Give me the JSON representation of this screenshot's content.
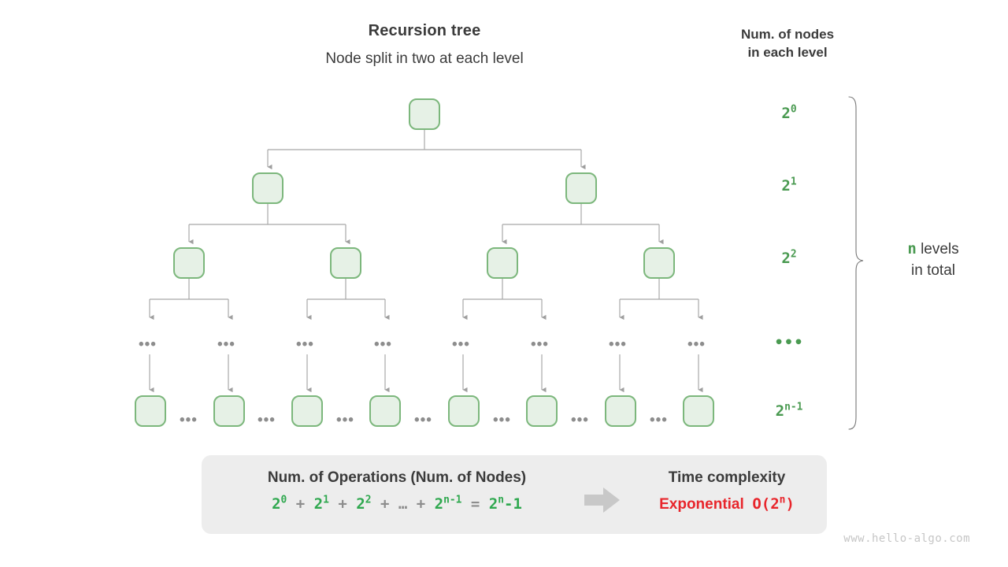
{
  "titles": {
    "tree_title": "Recursion tree",
    "tree_subtitle": "Node split in two at each level",
    "count_title_line1": "Num. of nodes",
    "count_title_line2": "in each level"
  },
  "levels": [
    {
      "id": "level-0",
      "label_base": "2",
      "label_exp": "0",
      "is_dots": false,
      "node_count": 1
    },
    {
      "id": "level-1",
      "label_base": "2",
      "label_exp": "1",
      "is_dots": false,
      "node_count": 2
    },
    {
      "id": "level-2",
      "label_base": "2",
      "label_exp": "2",
      "is_dots": false,
      "node_count": 4
    },
    {
      "id": "level-3",
      "label_base": "…",
      "label_exp": "",
      "is_dots": true,
      "node_count": 8
    },
    {
      "id": "level-4",
      "label_base": "2",
      "label_exp": "n-1",
      "is_dots": false,
      "node_count": 8
    }
  ],
  "brace": {
    "variable": "n",
    "text_line1": "levels",
    "text_line2": "in total"
  },
  "ellipsis": "•••",
  "summary": {
    "left_heading": "Num. of Operations (Num. of Nodes)",
    "formula": {
      "t0_base": "2",
      "t0_exp": "0",
      "op1": "+",
      "t1_base": "2",
      "t1_exp": "1",
      "op2": "+",
      "t2_base": "2",
      "t2_exp": "2",
      "op3": "+",
      "dots": "…",
      "op4": "+",
      "t3_base": "2",
      "t3_exp": "n-1",
      "eq": "=",
      "t4_base": "2",
      "t4_exp": "n",
      "t4_tail": "-1"
    },
    "right_heading": "Time complexity",
    "complexity_word": "Exponential",
    "complexity_bigo_pre": "O(2",
    "complexity_bigo_exp": "n",
    "complexity_bigo_post": ")"
  },
  "watermark": "www.hello-algo.com",
  "colors": {
    "node_fill": "#e6f1e6",
    "node_border": "#7cb77c",
    "connector": "#9e9e9e",
    "green_label": "#4a9a51",
    "green_formula": "#2fa84f",
    "red": "#e8252b",
    "box_bg": "#ededed",
    "gray_text": "#8d8d8d",
    "dark_text": "#3b3b3b",
    "watermark": "#c6c6c6"
  }
}
